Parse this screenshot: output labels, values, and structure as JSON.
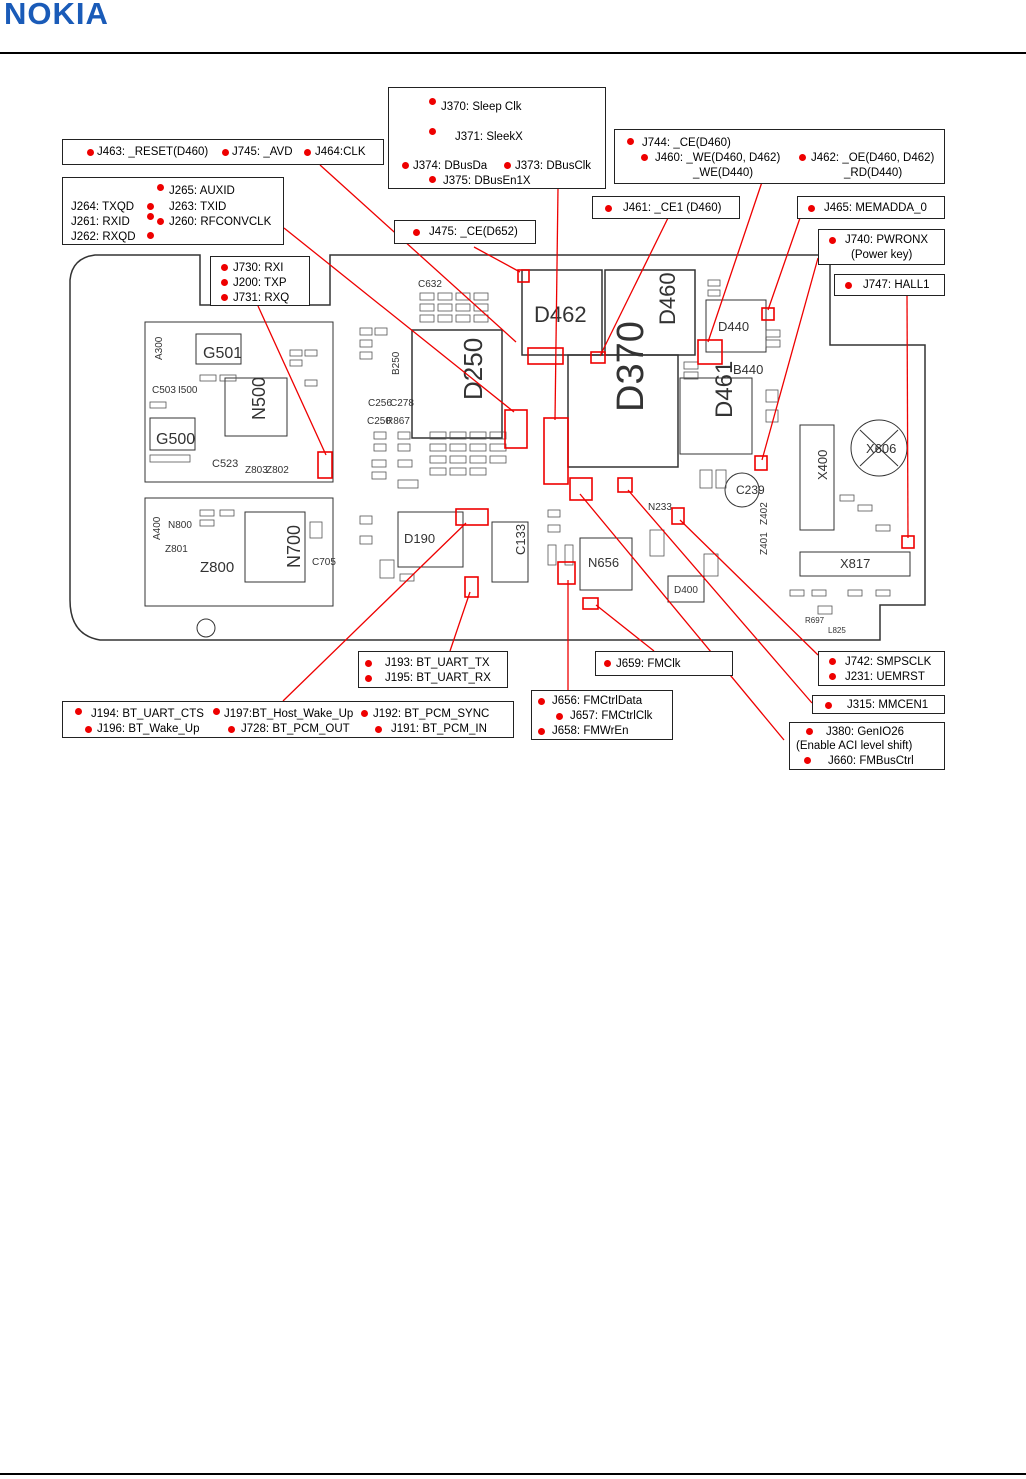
{
  "header": {
    "logo_text": "NOKIA"
  },
  "colors": {
    "brand": "#1a5bb8",
    "callout_line": "#e00000",
    "marker_dot": "#e00000",
    "board_outline": "#333333"
  },
  "callouts": {
    "top_left_1": [
      "J463: _RESET(D460)",
      "J745: _AVD",
      "J464:CLK"
    ],
    "top_left_2": {
      "left": [
        "J264: TXQD",
        "J261: RXID",
        "J262: RXQD"
      ],
      "right": [
        "J265: AUXID",
        "J263: TXID",
        "J260: RFCONVCLK"
      ]
    },
    "rf": [
      "J730: RXI",
      "J200: TXP",
      "J731: RXQ"
    ],
    "top_center": [
      "J370: Sleep Clk",
      "J371: SleekX",
      "J374: DBusDa",
      "J373: DBusClk",
      "J375: DBusEn1X"
    ],
    "j475": "J475: _CE(D652)",
    "mem_ctrl": [
      "J744: _CE(D460)",
      "J460: _WE(D460, D462)",
      "_WE(D440)",
      "J462: _OE(D460, D462)",
      "_RD(D440)"
    ],
    "j461": "J461: _CE1 (D460)",
    "j465": "J465: MEMADDA_0",
    "pwr": [
      "J740: PWRONX",
      "(Power key)"
    ],
    "hall": "J747: HALL1",
    "bt_uart": [
      "J193: BT_UART_TX",
      "J195: BT_UART_RX"
    ],
    "fmclk": "J659: FMClk",
    "bt_bottom": [
      "J194: BT_UART_CTS",
      "J197:BT_Host_Wake_Up",
      "J192: BT_PCM_SYNC",
      "J196: BT_Wake_Up",
      "J728: BT_PCM_OUT",
      "J191: BT_PCM_IN"
    ],
    "fm_ctrl": [
      "J656: FMCtrlData",
      "J657: FMCtrlClk",
      "J658: FMWrEn"
    ],
    "smps": [
      "J742: SMPSCLK",
      "J231: UEMRST"
    ],
    "mmc": "J315: MMCEN1",
    "genio": [
      "J380: GenIO26",
      "(Enable ACI level shift)",
      "J660: FMBusCtrl"
    ]
  },
  "components": [
    "A300",
    "G501",
    "G500",
    "N500",
    "C503",
    "I500",
    "C523",
    "Z803",
    "Z802",
    "A400",
    "N800",
    "Z801",
    "Z800",
    "N700",
    "C705",
    "D250",
    "B250",
    "C632",
    "D462",
    "D460",
    "D440",
    "B440",
    "D370",
    "D461",
    "X606",
    "X400",
    "X817",
    "D190",
    "C133",
    "N656",
    "D400",
    "N233",
    "C239",
    "Z401",
    "Z402",
    "C250",
    "R867",
    "C256",
    "C278",
    "L825",
    "R697"
  ]
}
